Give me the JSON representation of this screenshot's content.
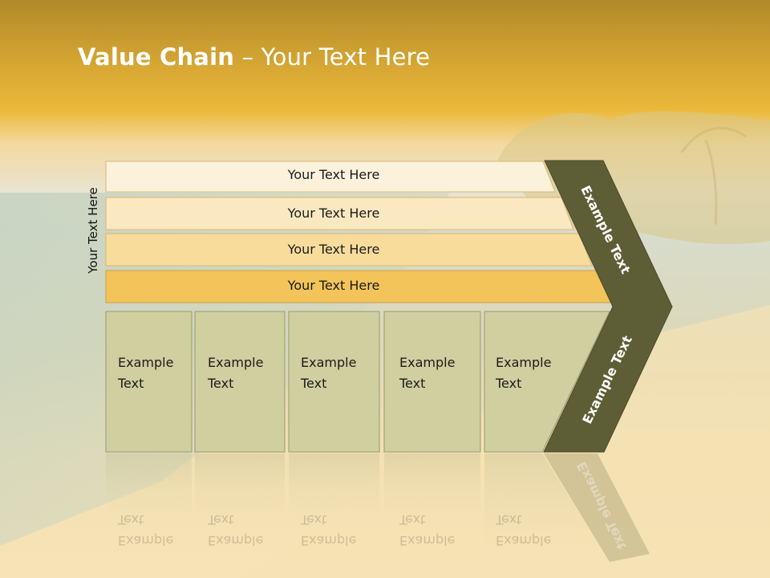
{
  "slide": {
    "title_bold": "Value Chain",
    "title_rest": " – Your Text Here",
    "side_label": "Your Text Here"
  },
  "bars": [
    {
      "text": "Your Text Here",
      "color": "#fcf2dc"
    },
    {
      "text": "Your Text Here",
      "color": "#fae8c0"
    },
    {
      "text": "Your Text Here",
      "color": "#f8dc9c"
    },
    {
      "text": "Your Text Here",
      "color": "#f2c45a"
    }
  ],
  "boxes": [
    {
      "line1": "Example",
      "line2": "Text"
    },
    {
      "line1": "Example",
      "line2": "Text"
    },
    {
      "line1": "Example",
      "line2": "Text"
    },
    {
      "line1": "Example",
      "line2": "Text"
    },
    {
      "line1": "Example",
      "line2": "Text"
    }
  ],
  "chevron": {
    "upper_text": "Example Text",
    "lower_text": "Example Text",
    "color": "#5e5e36"
  },
  "colors": {
    "title_band": "#e8b43a",
    "box_fill": "#cfcf9f",
    "sand": "#f3ddaa",
    "sea": "#c9d7c0"
  }
}
